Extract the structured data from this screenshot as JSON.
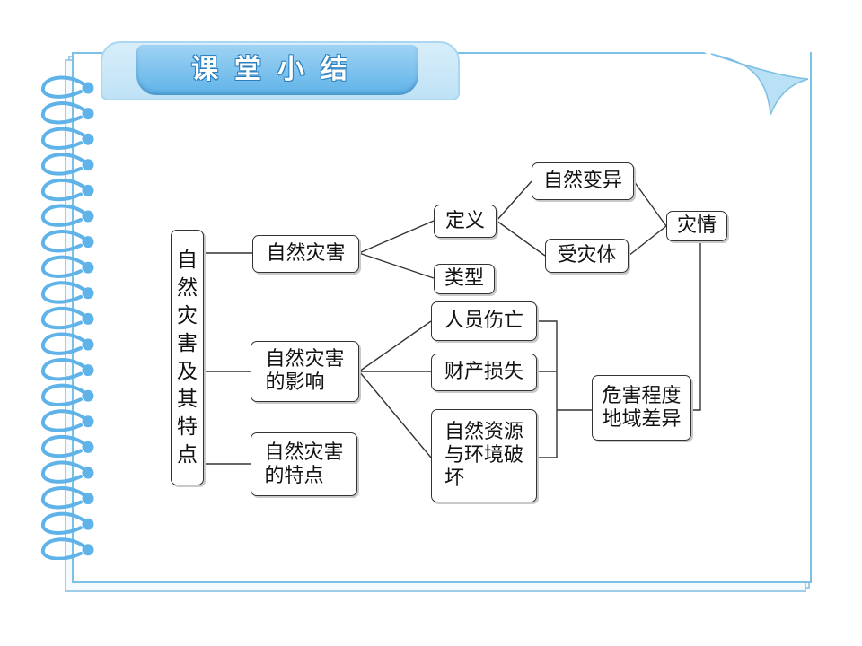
{
  "title": "课堂小结",
  "colors": {
    "accent": "#5fb3e8",
    "border": "#7cc0e6",
    "line": "#333333"
  },
  "nodes": {
    "root": "自\n然\n灾\n害\n及\n其\n特\n点",
    "disaster": "自然灾害",
    "impact": "自然灾害\n的影响",
    "traits": "自然灾害\n的特点",
    "definition": "定义",
    "types": "类型",
    "natural_variation": "自然变异",
    "exposed": "受灾体",
    "disaster_situation": "灾情",
    "casualties": "人员伤亡",
    "property_loss": "财产损失",
    "resource_damage": "自然资源\n与环境破\n坏",
    "severity": "危害程度\n地域差异"
  }
}
